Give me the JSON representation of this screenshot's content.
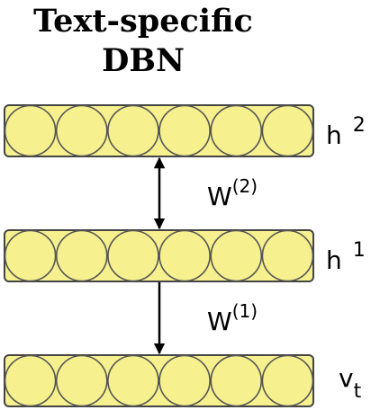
{
  "title": [
    "Text-specific",
    "DBN"
  ],
  "layers": [
    {
      "label": "h",
      "sup": "2",
      "sub": "",
      "units": 6
    },
    {
      "label": "h",
      "sup": "1",
      "sub": "",
      "units": 6
    },
    {
      "label": "v",
      "sup": "",
      "sub": "t",
      "units": 6
    }
  ],
  "connections": [
    {
      "label": "W",
      "sup": "(2)",
      "direction": "bidirectional"
    },
    {
      "label": "W",
      "sup": "(1)",
      "direction": "down"
    }
  ],
  "colors": {
    "unit_fill": "#f6f18e",
    "unit_stroke": "#555555",
    "box_stroke": "#444444",
    "arrow": "#000000"
  }
}
